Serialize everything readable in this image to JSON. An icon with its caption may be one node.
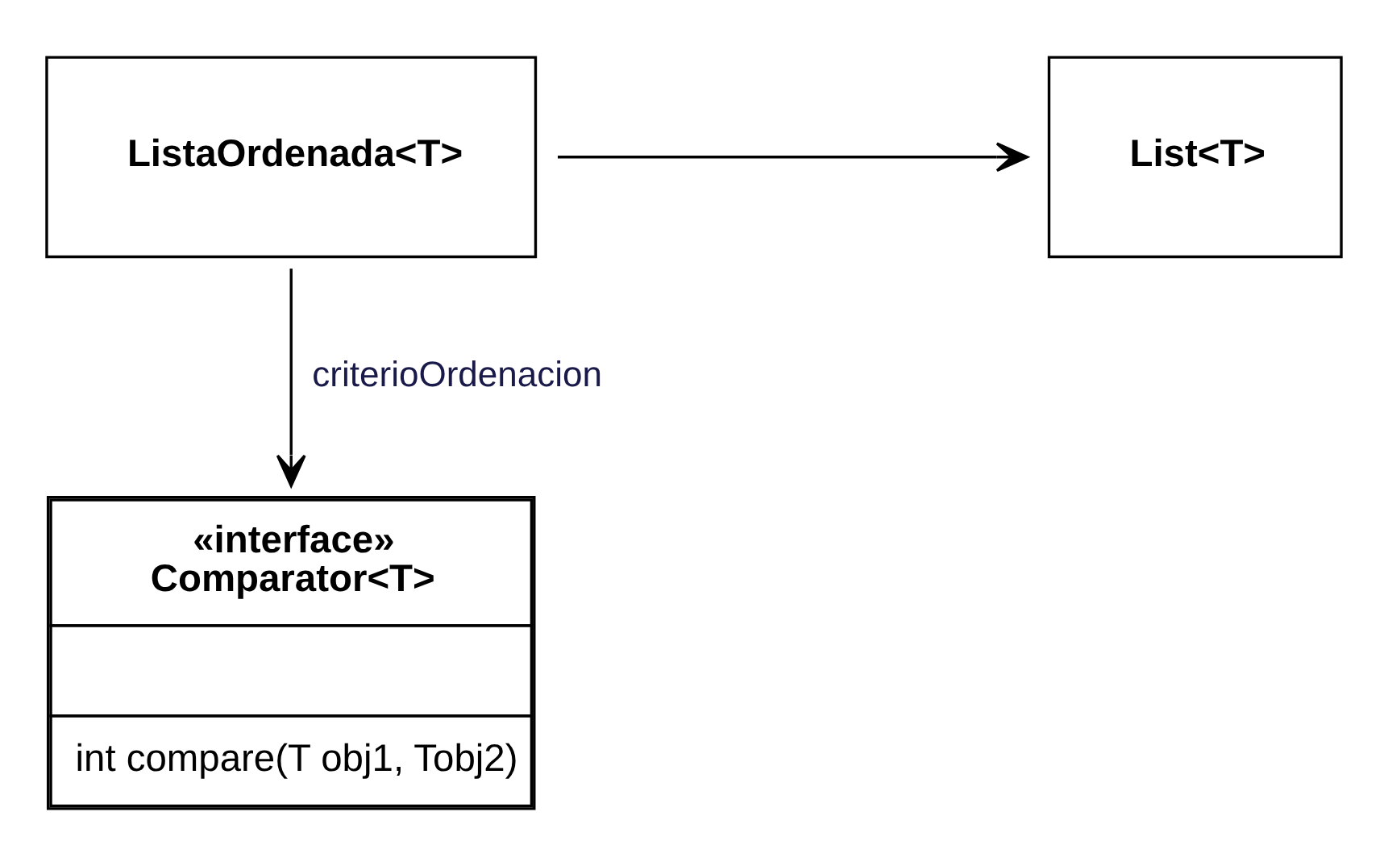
{
  "diagram": {
    "nodes": [
      {
        "text": [
          "ListaOrdenada<T>"
        ]
      },
      {
        "text": [
          "List<T>"
        ]
      },
      {
        "text": [
          "«interface»",
          "Comparator<T>",
          "int compare(T obj1, Tobj2)"
        ]
      }
    ],
    "edges": [
      {
        "from": 0,
        "to": 1,
        "arrow": "to"
      },
      {
        "from": 0,
        "to": 2,
        "arrow": "to",
        "label": "criterioOrdenacion"
      }
    ]
  }
}
